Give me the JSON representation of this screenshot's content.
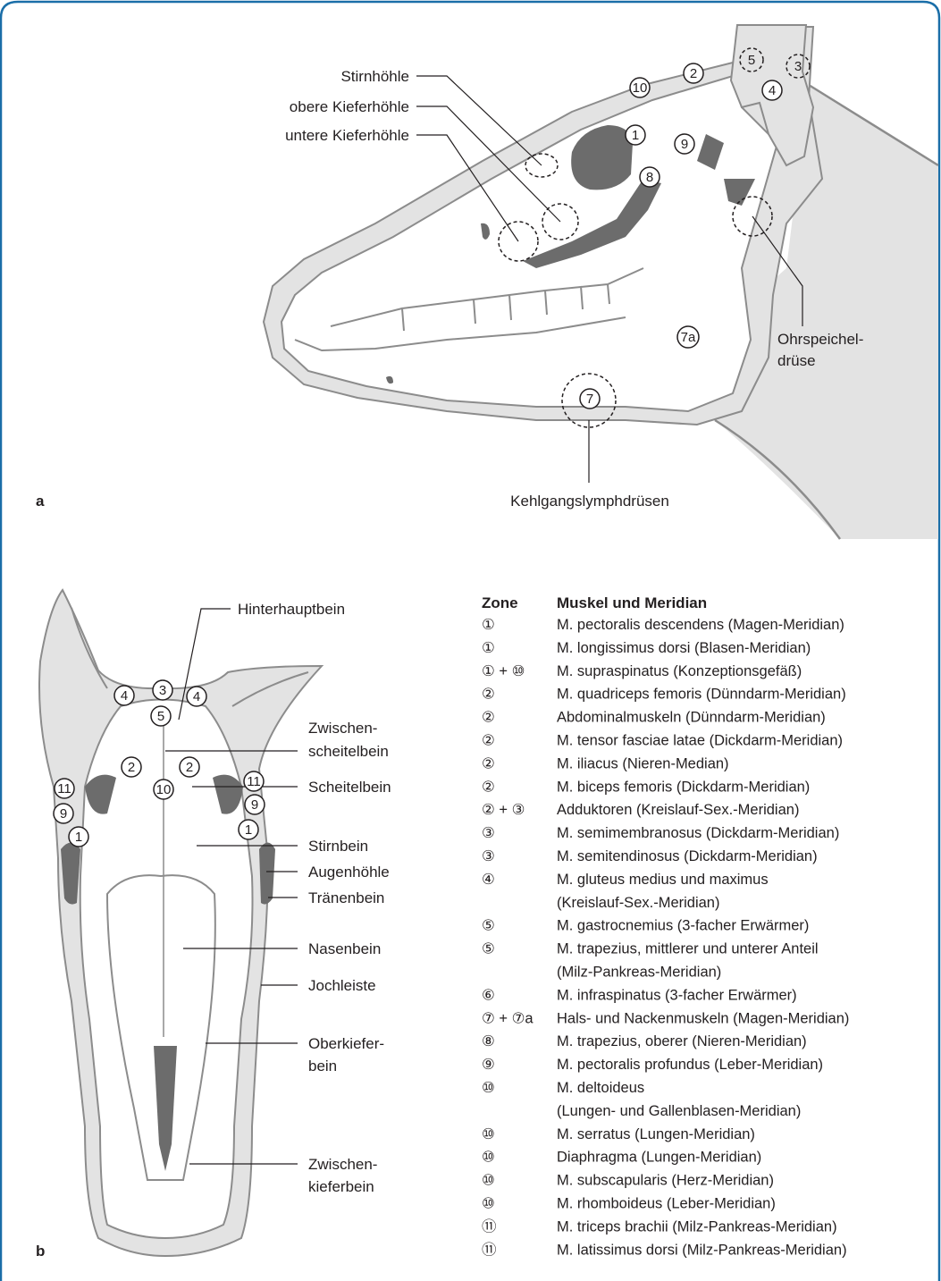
{
  "colors": {
    "frame": "#1a6ea8",
    "shade": "#e3e3e3",
    "outline": "#8c8c8c",
    "dark": "#6c6c6c"
  },
  "panel_a": {
    "letter": "a",
    "labels": {
      "stirnhoehle": "Stirnhöhle",
      "obere_kieferhoehle": "obere Kieferhöhle",
      "untere_kieferhoehle": "untere Kieferhöhle",
      "ohrspeichel_1": "Ohrspeichel-",
      "ohrspeichel_2": "drüse",
      "kehlgang": "Kehlgangslymphdrüsen"
    },
    "zones": [
      "10",
      "2",
      "5",
      "3",
      "4",
      "1",
      "9",
      "8",
      "7a",
      "7"
    ]
  },
  "panel_b": {
    "letter": "b",
    "labels": {
      "hinterhauptbein": "Hinterhauptbein",
      "zwischenscheitel_1": "Zwischen-",
      "zwischenscheitel_2": "scheitelbein",
      "scheitelbein": "Scheitelbein",
      "stirnbein": "Stirnbein",
      "augenhoehle": "Augenhöhle",
      "traenenbein": "Tränenbein",
      "nasenbein": "Nasenbein",
      "jochleiste": "Jochleiste",
      "oberkiefer_1": "Oberkiefer-",
      "oberkiefer_2": "bein",
      "zwischenkiefer_1": "Zwischen-",
      "zwischenkiefer_2": "kieferbein"
    },
    "zones": [
      "4",
      "3",
      "4",
      "5",
      "2",
      "2",
      "11",
      "11",
      "10",
      "9",
      "9",
      "1",
      "1"
    ]
  },
  "table": {
    "header_zone": "Zone",
    "header_muscle": "Muskel und Meridian",
    "rows": [
      {
        "zone": "①",
        "text": "M. pectoralis descendens (Magen-Meridian)"
      },
      {
        "zone": "①",
        "text": "M. longissimus dorsi (Blasen-Meridian)"
      },
      {
        "zone": "① + ⑩",
        "text": "M. supraspinatus (Konzeptionsgefäß)"
      },
      {
        "zone": "②",
        "text": "M. quadriceps femoris (Dünndarm-Meridian)"
      },
      {
        "zone": "②",
        "text": "Abdominalmuskeln (Dünndarm-Meridian)"
      },
      {
        "zone": "②",
        "text": "M. tensor fasciae latae (Dickdarm-Meridian)"
      },
      {
        "zone": "②",
        "text": "M. iliacus (Nieren-Median)"
      },
      {
        "zone": "②",
        "text": "M. biceps femoris (Dickdarm-Meridian)"
      },
      {
        "zone": "② + ③",
        "text": "Adduktoren (Kreislauf-Sex.-Meridian)"
      },
      {
        "zone": "③",
        "text": "M. semimembranosus (Dickdarm-Meridian)"
      },
      {
        "zone": "③",
        "text": "M. semitendinosus (Dickdarm-Meridian)"
      },
      {
        "zone": "④",
        "text": "M. gluteus medius und maximus"
      },
      {
        "zone": "",
        "text": "(Kreislauf-Sex.-Meridian)"
      },
      {
        "zone": "⑤",
        "text": "M. gastrocnemius (3-facher Erwärmer)"
      },
      {
        "zone": "⑤",
        "text": "M. trapezius, mittlerer und unterer Anteil"
      },
      {
        "zone": "",
        "text": "(Milz-Pankreas-Meridian)"
      },
      {
        "zone": "⑥",
        "text": "M. infraspinatus (3-facher Erwärmer)"
      },
      {
        "zone": "⑦ + ⑦a",
        "text": "Hals- und Nackenmuskeln (Magen-Meridian)"
      },
      {
        "zone": "⑧",
        "text": "M. trapezius, oberer (Nieren-Meridian)"
      },
      {
        "zone": "⑨",
        "text": "M. pectoralis profundus (Leber-Meridian)"
      },
      {
        "zone": "⑩",
        "text": "M. deltoideus"
      },
      {
        "zone": "",
        "text": "(Lungen- und Gallenblasen-Meridian)"
      },
      {
        "zone": "⑩",
        "text": "M. serratus (Lungen-Meridian)"
      },
      {
        "zone": "⑩",
        "text": "Diaphragma (Lungen-Meridian)"
      },
      {
        "zone": "⑩",
        "text": "M. subscapularis (Herz-Meridian)"
      },
      {
        "zone": "⑩",
        "text": "M. rhomboideus (Leber-Meridian)"
      },
      {
        "zone": "⑪",
        "text": "M. triceps brachii (Milz-Pankreas-Meridian)"
      },
      {
        "zone": "⑪",
        "text": "M. latissimus dorsi (Milz-Pankreas-Meridian)"
      }
    ]
  }
}
